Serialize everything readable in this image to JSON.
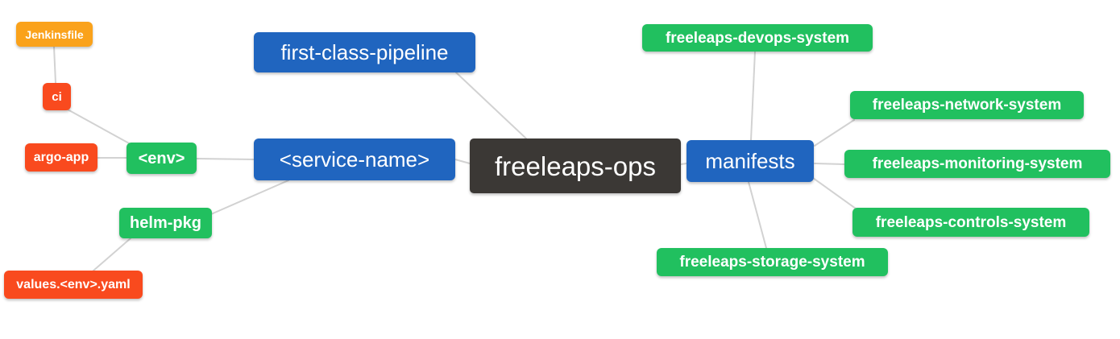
{
  "diagram": {
    "title": "freeleaps-ops mind map",
    "background_color": "#ffffff",
    "edge_color": "#d2d2d2",
    "palette": {
      "orange": "#faa21b",
      "red": "#f94a1e",
      "green": "#21c05f",
      "blue": "#2065bf",
      "dark": "#3b3835"
    },
    "nodes": [
      {
        "id": "freeleaps-ops",
        "label": "freeleaps-ops",
        "color": "dark"
      },
      {
        "id": "first-class-pipeline",
        "label": "first-class-pipeline",
        "color": "blue"
      },
      {
        "id": "service-name",
        "label": "<service-name>",
        "color": "blue"
      },
      {
        "id": "env",
        "label": "<env>",
        "color": "green"
      },
      {
        "id": "ci",
        "label": "ci",
        "color": "red"
      },
      {
        "id": "jenkinsfile",
        "label": "Jenkinsfile",
        "color": "orange"
      },
      {
        "id": "argo-app",
        "label": "argo-app",
        "color": "red"
      },
      {
        "id": "helm-pkg",
        "label": "helm-pkg",
        "color": "green"
      },
      {
        "id": "values-env-yaml",
        "label": "values.<env>.yaml",
        "color": "red"
      },
      {
        "id": "manifests",
        "label": "manifests",
        "color": "blue"
      },
      {
        "id": "freeleaps-devops-system",
        "label": "freeleaps-devops-system",
        "color": "green"
      },
      {
        "id": "freeleaps-network-system",
        "label": "freeleaps-network-system",
        "color": "green"
      },
      {
        "id": "freeleaps-monitoring-system",
        "label": "freeleaps-monitoring-system",
        "color": "green"
      },
      {
        "id": "freeleaps-controls-system",
        "label": "freeleaps-controls-system",
        "color": "green"
      },
      {
        "id": "freeleaps-storage-system",
        "label": "freeleaps-storage-system",
        "color": "green"
      }
    ],
    "edges": [
      [
        "jenkinsfile",
        "ci"
      ],
      [
        "ci",
        "env"
      ],
      [
        "argo-app",
        "env"
      ],
      [
        "env",
        "service-name"
      ],
      [
        "service-name",
        "freeleaps-ops"
      ],
      [
        "service-name",
        "helm-pkg"
      ],
      [
        "helm-pkg",
        "values-env-yaml"
      ],
      [
        "first-class-pipeline",
        "freeleaps-ops"
      ],
      [
        "freeleaps-ops",
        "manifests"
      ],
      [
        "manifests",
        "freeleaps-devops-system"
      ],
      [
        "manifests",
        "freeleaps-network-system"
      ],
      [
        "manifests",
        "freeleaps-monitoring-system"
      ],
      [
        "manifests",
        "freeleaps-controls-system"
      ],
      [
        "manifests",
        "freeleaps-storage-system"
      ]
    ]
  }
}
